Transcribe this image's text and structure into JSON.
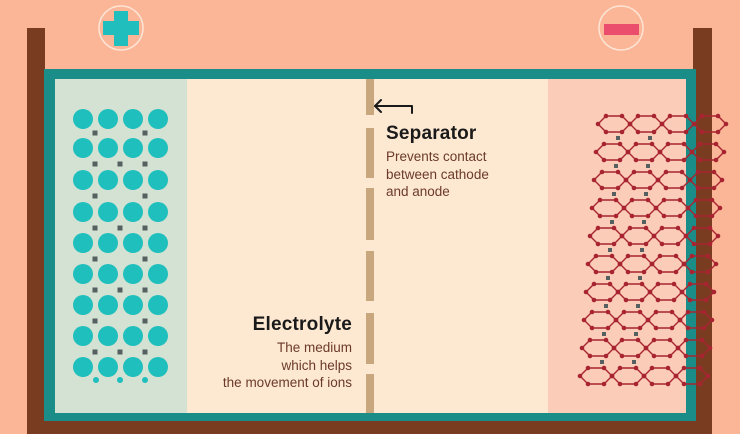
{
  "diagram": {
    "terminals": {
      "positive_symbol": "plus-sign",
      "negative_symbol": "minus-sign",
      "positive_color": "#20bfbd",
      "negative_color": "#ea4e6c"
    },
    "colors": {
      "background": "#fbb597",
      "housing": "#7a3c20",
      "frame": "#1b8d88",
      "anode_panel": "#d3e2d3",
      "electrolyte": "#fde8d1",
      "cathode_panel": "#fbcdb8",
      "separator": "#c8a77e",
      "ion_dot": "#566060",
      "anode_particle": "#1fbfbd",
      "cathode_lattice": "#a82430"
    },
    "separator": {
      "title": "Separator",
      "description_lines": [
        "Prevents contact",
        "between cathode",
        "and anode"
      ],
      "pointer_icon": "left-arrow"
    },
    "electrolyte": {
      "title": "Electrolyte",
      "description_lines": [
        "The medium",
        "which helps",
        "the movement of ions"
      ]
    }
  }
}
